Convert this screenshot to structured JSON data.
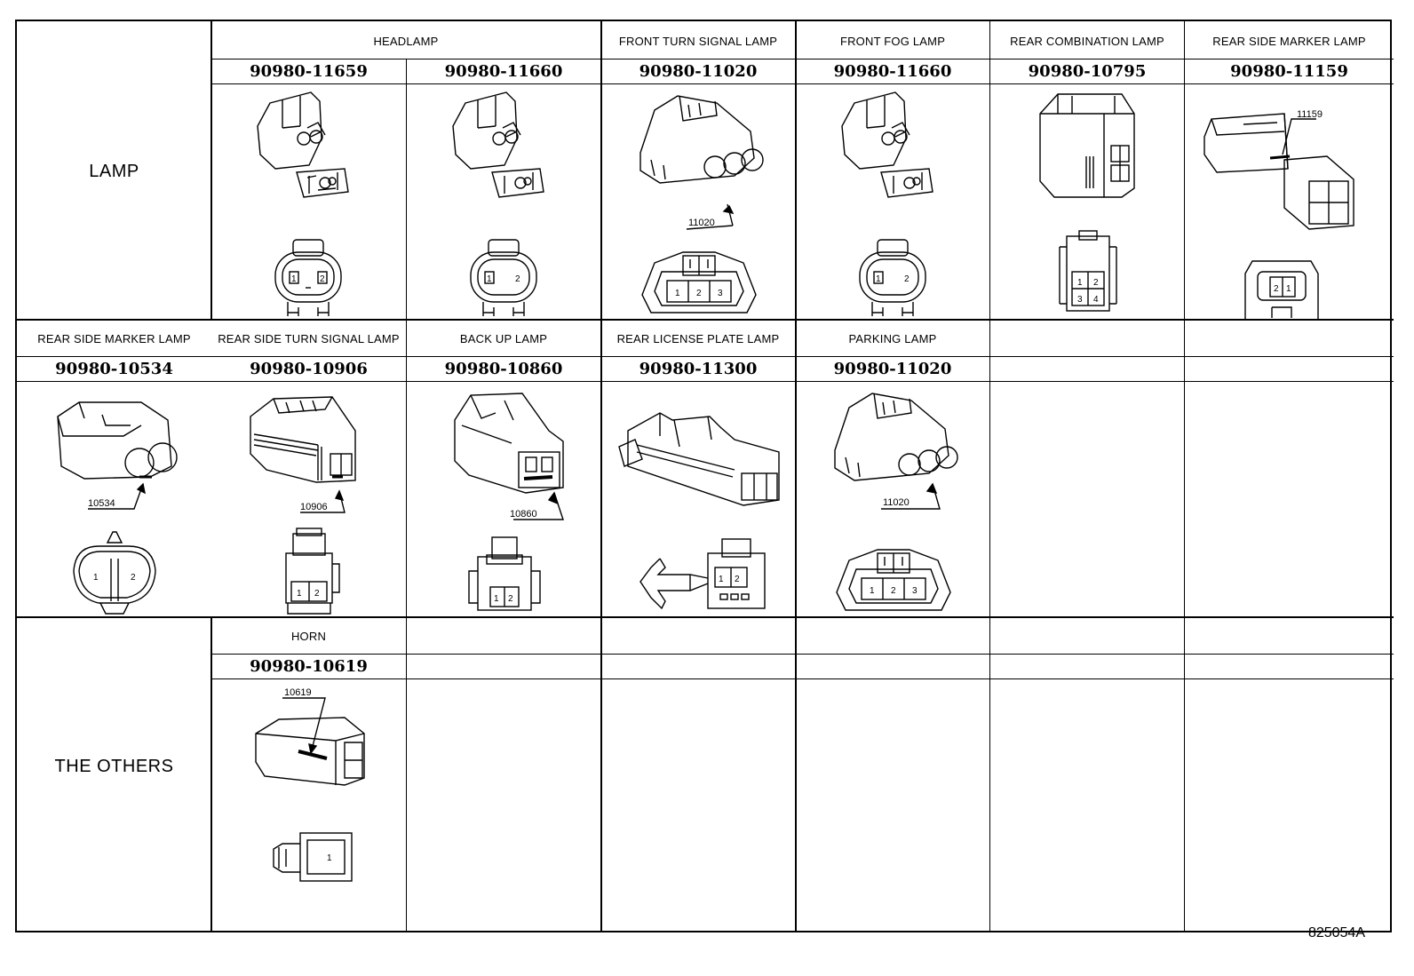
{
  "categories": {
    "lamp": "LAMP",
    "others": "THE OTHERS"
  },
  "rows": [
    {
      "cells": [
        {
          "name": "HEADLAMP",
          "parts": [
            "90980-11659",
            "90980-11660"
          ]
        },
        {
          "name": "FRONT TURN SIGNAL LAMP",
          "parts": [
            "90980-11020"
          ]
        },
        {
          "name": "FRONT FOG LAMP",
          "parts": [
            "90980-11660"
          ]
        },
        {
          "name": "REAR COMBINATION LAMP",
          "parts": [
            "90980-10795"
          ]
        },
        {
          "name": "REAR SIDE MARKER LAMP",
          "parts": [
            "90980-11159"
          ]
        }
      ]
    },
    {
      "cells": [
        {
          "name": "REAR SIDE MARKER LAMP",
          "parts": [
            "90980-10534"
          ]
        },
        {
          "name": "REAR SIDE TURN SIGNAL LAMP",
          "parts": [
            "90980-10906"
          ]
        },
        {
          "name": "BACK UP LAMP",
          "parts": [
            "90980-10860"
          ]
        },
        {
          "name": "REAR LICENSE PLATE LAMP",
          "parts": [
            "90980-11300"
          ]
        },
        {
          "name": "PARKING LAMP",
          "parts": [
            "90980-11020"
          ]
        }
      ]
    },
    {
      "cells": [
        {
          "name": "HORN",
          "parts": [
            "90980-10619"
          ]
        }
      ]
    }
  ],
  "callouts": {
    "c11020": "11020",
    "c11159": "11159",
    "c10534": "10534",
    "c10906": "10906",
    "c10860": "10860",
    "c10619": "10619"
  },
  "pins": {
    "p1": "1",
    "p2": "2",
    "p3": "3",
    "p4": "4"
  },
  "figure_id": "825054A"
}
